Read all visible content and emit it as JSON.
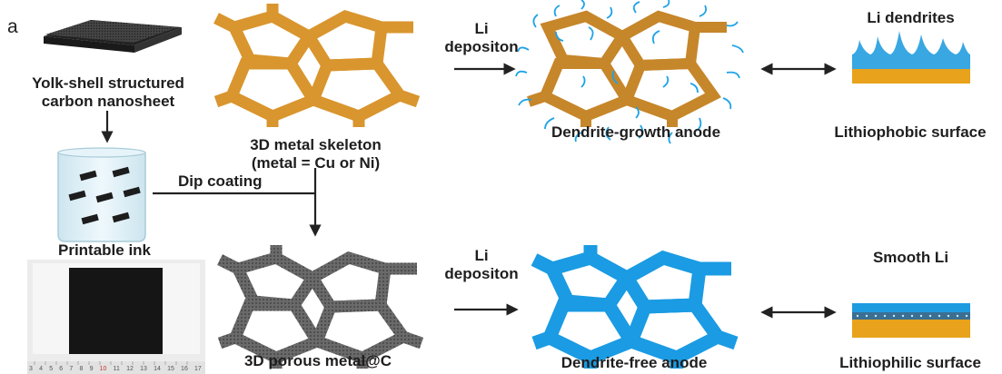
{
  "panel_label": "a",
  "labels": {
    "yolk_shell_line1": "Yolk-shell structured",
    "yolk_shell_line2": "carbon nanosheet",
    "metal_skeleton_line1": "3D metal skeleton",
    "metal_skeleton_line2": "(metal = Cu or Ni)",
    "li_deposition_top_line1": "Li",
    "li_deposition_top_line2": "depositon",
    "dendrite_growth_anode": "Dendrite-growth anode",
    "li_dendrites": "Li dendrites",
    "lithiophobic_surface": "Lithiophobic surface",
    "dip_coating": "Dip coating",
    "printable_ink": "Printable ink",
    "porous_metal_c": "3D porous metal@C",
    "li_deposition_bottom_line1": "Li",
    "li_deposition_bottom_line2": "depositon",
    "dendrite_free_anode": "Dendrite-free anode",
    "smooth_li": "Smooth Li",
    "lithiophilic_surface": "Lithiophilic surface"
  },
  "ruler_numbers": [
    "3",
    "4",
    "5",
    "6",
    "7",
    "8",
    "9",
    "10",
    "11",
    "12",
    "13",
    "14",
    "15",
    "16",
    "17"
  ],
  "colors": {
    "copper_skeleton": "#d9952e",
    "carbon_skeleton": "#555555",
    "lithium_blue": "#1a9be3",
    "copper_substrate": "#e8a21c",
    "dendrite_blue": "#38a7e2",
    "ink_liquid": "#cfe9f5",
    "arrow": "#222222"
  }
}
